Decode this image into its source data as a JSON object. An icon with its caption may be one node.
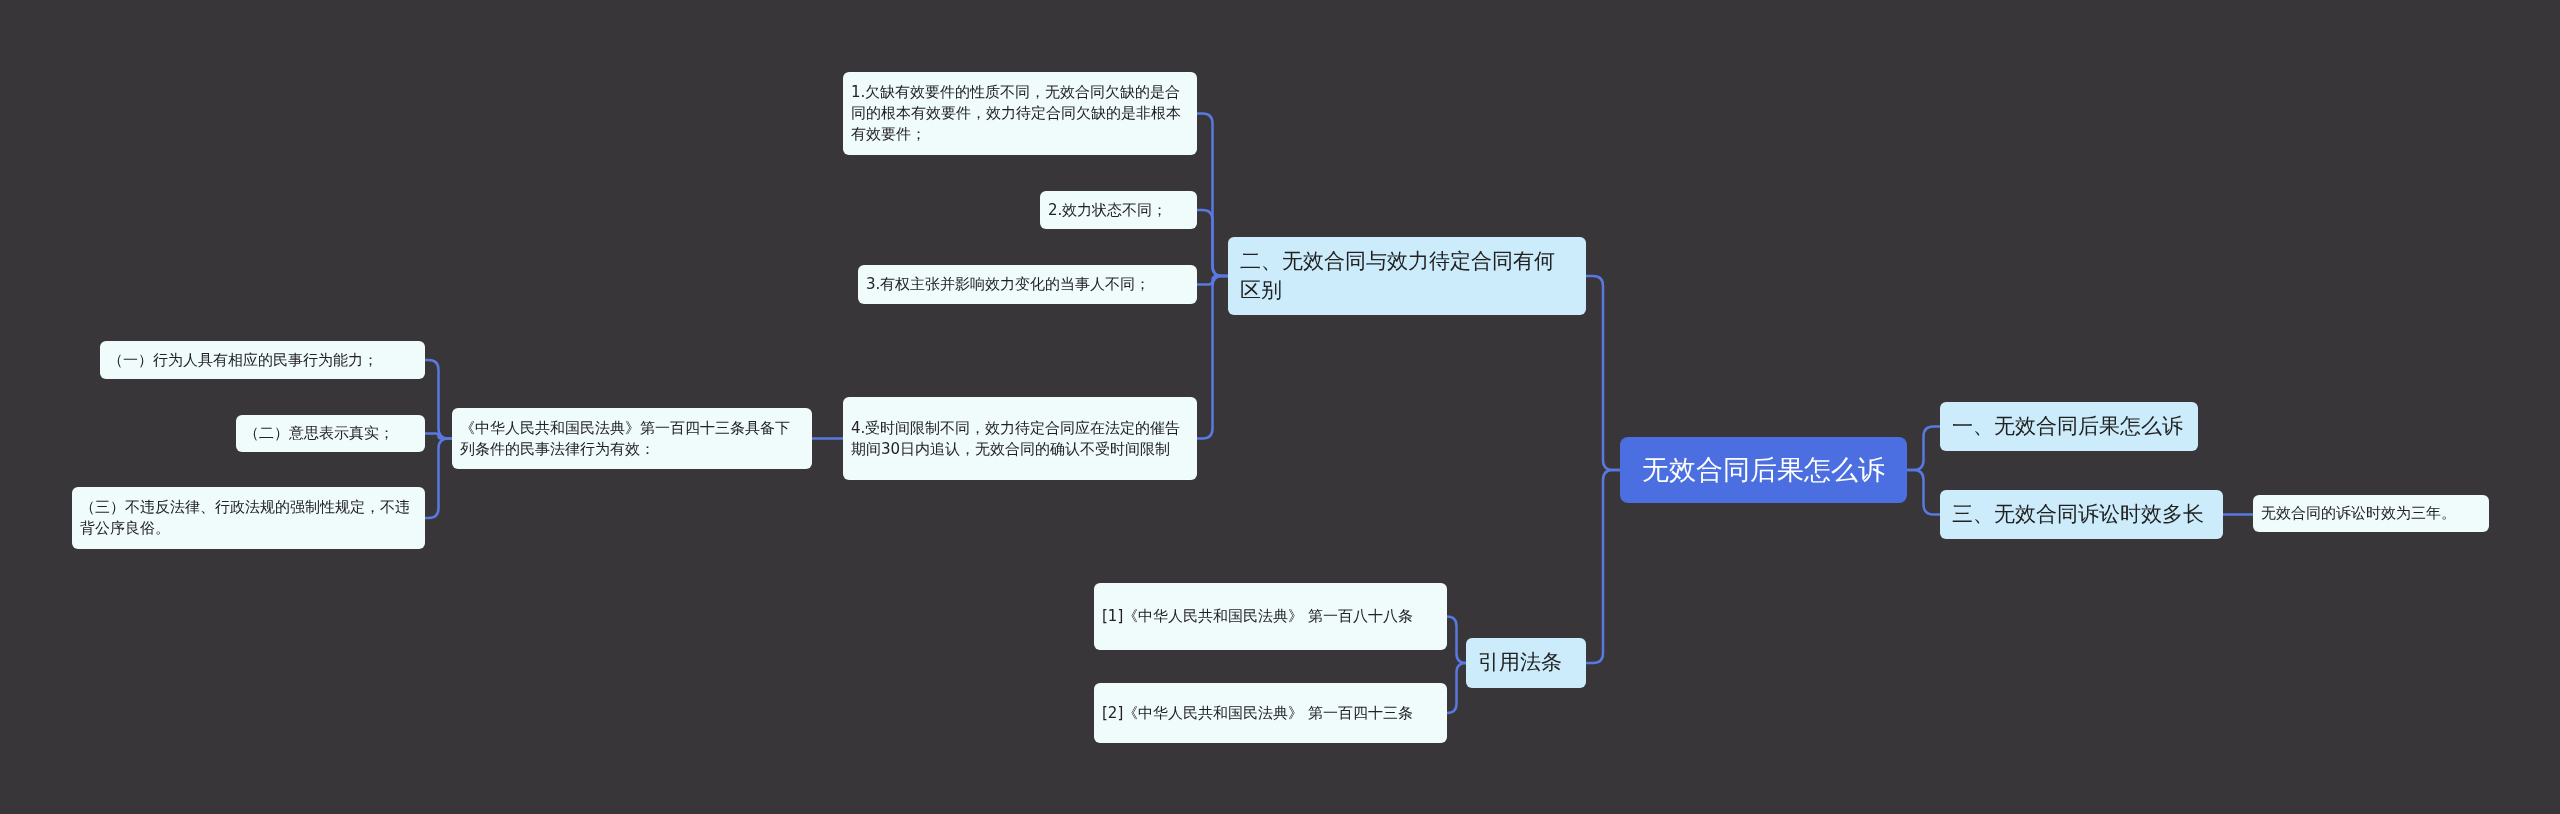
{
  "diagram": {
    "nodes": [
      {
        "text": [
          "无效合同后果怎么诉"
        ]
      },
      {
        "text": [
          "一、无效合同后果怎么诉"
        ]
      },
      {
        "text": [
          "三、无效合同诉讼时效多长"
        ]
      },
      {
        "text": [
          "无效合同的诉讼时效为三年。"
        ]
      },
      {
        "text": [
          "二、无效合同与效力待定合同有何区别"
        ]
      },
      {
        "text": [
          "1.欠缺有效要件的性质不同，无效合同欠缺的是合同的根本有效要件，效力待定合同欠缺的是非根本有效要件；"
        ]
      },
      {
        "text": [
          "2.效力状态不同；"
        ]
      },
      {
        "text": [
          "3.有权主张并影响效力变化的当事人不同；"
        ]
      },
      {
        "text": [
          "4.受时间限制不同，效力待定合同应在法定的催告期间30日内追认，无效合同的确认不受时间限制"
        ]
      },
      {
        "text": [
          "《中华人民共和国民法典》第一百四十三条具备下列条件的民事法律行为有效："
        ]
      },
      {
        "text": [
          "（一）行为人具有相应的民事行为能力；"
        ]
      },
      {
        "text": [
          "（二）意思表示真实；"
        ]
      },
      {
        "text": [
          "（三）不违反法律、行政法规的强制性规定，不违背公序良俗。"
        ]
      },
      {
        "text": [
          "引用法条"
        ]
      },
      {
        "text": [
          "[1]《中华人民共和国民法典》 第一百八十八条"
        ]
      },
      {
        "text": [
          "[2]《中华人民共和国民法典》 第一百四十三条"
        ]
      }
    ],
    "edges": [
      {
        "from": 0,
        "to": 1,
        "arrow": "none"
      },
      {
        "from": 0,
        "to": 2,
        "arrow": "none"
      },
      {
        "from": 2,
        "to": 3,
        "arrow": "none"
      },
      {
        "from": 0,
        "to": 4,
        "arrow": "none"
      },
      {
        "from": 4,
        "to": 5,
        "arrow": "none"
      },
      {
        "from": 4,
        "to": 6,
        "arrow": "none"
      },
      {
        "from": 4,
        "to": 7,
        "arrow": "none"
      },
      {
        "from": 4,
        "to": 8,
        "arrow": "none"
      },
      {
        "from": 8,
        "to": 9,
        "arrow": "none"
      },
      {
        "from": 9,
        "to": 10,
        "arrow": "none"
      },
      {
        "from": 9,
        "to": 11,
        "arrow": "none"
      },
      {
        "from": 9,
        "to": 12,
        "arrow": "none"
      },
      {
        "from": 0,
        "to": 13,
        "arrow": "none"
      },
      {
        "from": 13,
        "to": 14,
        "arrow": "none"
      },
      {
        "from": 13,
        "to": 15,
        "arrow": "none"
      }
    ]
  }
}
